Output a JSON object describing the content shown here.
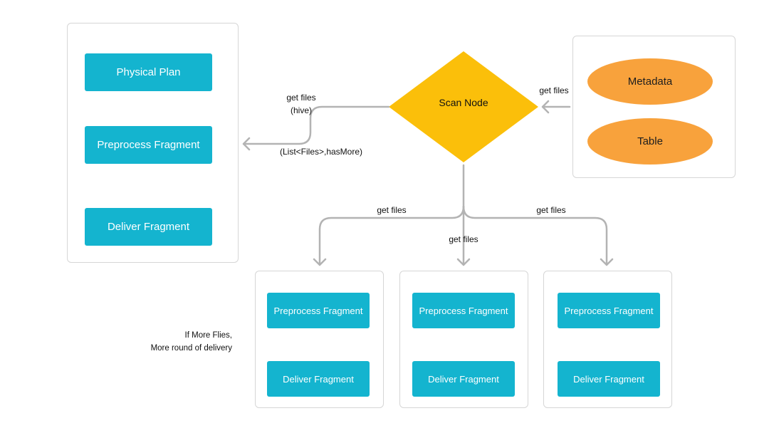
{
  "colors": {
    "process_box": "#14b4cf",
    "decision": "#fbbf0a",
    "source": "#f8a23c",
    "connector": "#b3b3b3",
    "panel_border": "#d6d6d6"
  },
  "left_panel": {
    "physical_plan": "Physical Plan",
    "preprocess": "Preprocess Fragment",
    "deliver": "Deliver Fragment"
  },
  "scan_node": "Scan Node",
  "sources": {
    "metadata": "Metadata",
    "table": "Table"
  },
  "edge_labels": {
    "get_files_right": "get files",
    "get_files_hive_line1": "get files",
    "get_files_hive_line2": "(hive)",
    "return_value": "(List<Files>,hasMore)",
    "branch_left": "get files",
    "branch_middle": "get files",
    "branch_right": "get files"
  },
  "fragments": [
    {
      "preprocess": "Preprocess Fragment",
      "deliver": "Deliver Fragment"
    },
    {
      "preprocess": "Preprocess Fragment",
      "deliver": "Deliver Fragment"
    },
    {
      "preprocess": "Preprocess Fragment",
      "deliver": "Deliver Fragment"
    }
  ],
  "note": {
    "line1": "If More Flies,",
    "line2": "More round of delivery"
  }
}
